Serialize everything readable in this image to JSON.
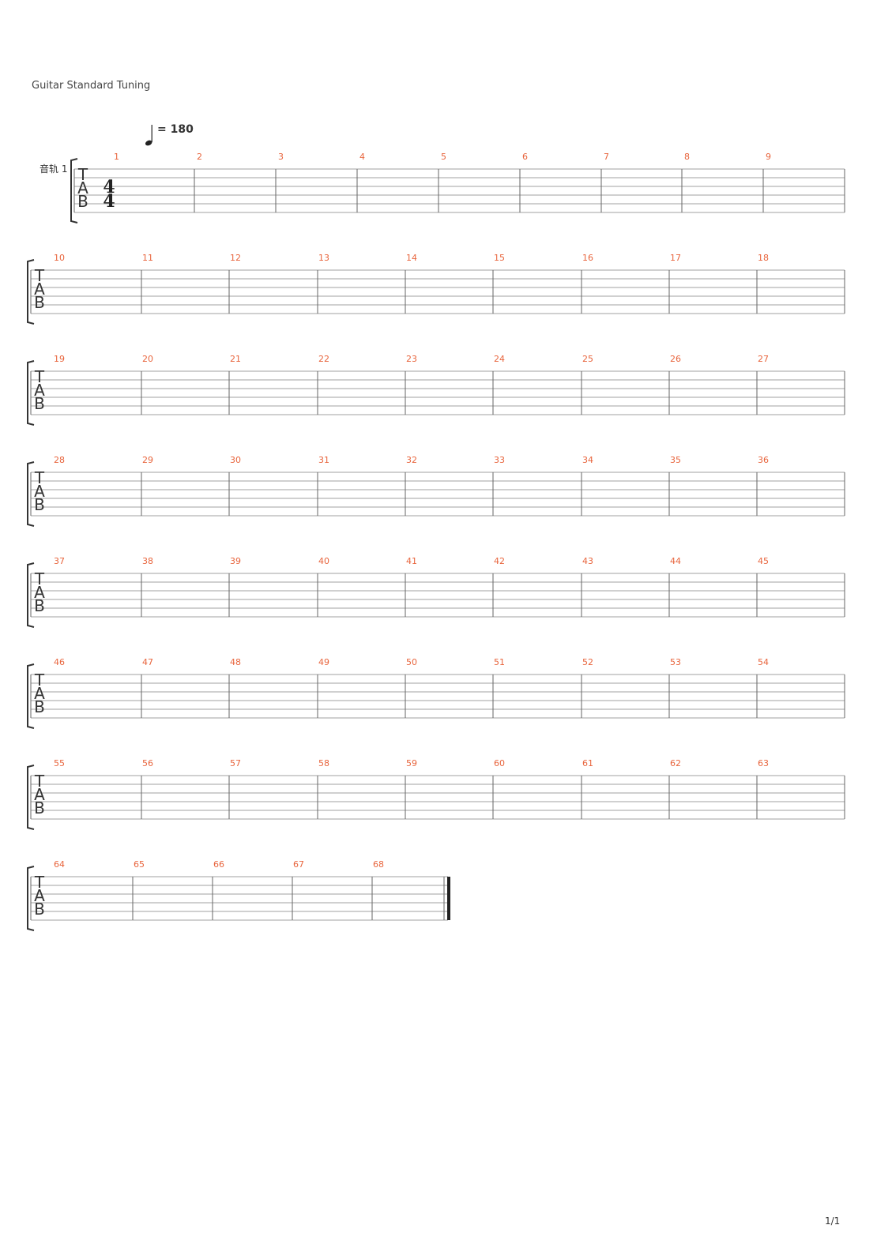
{
  "header": {
    "tuning": "Guitar Standard Tuning",
    "tempo_value": "= 180",
    "tempo_icon": "quarter-note-icon"
  },
  "track": {
    "name": "音轨 1",
    "clef_letters": [
      "T",
      "A",
      "B"
    ],
    "time_signature": {
      "numerator": "4",
      "denominator": "4"
    }
  },
  "colors": {
    "measure_number": "#e8643c",
    "staff_line": "#a0a0a0",
    "barline": "#666666",
    "bracket": "#333333"
  },
  "systems": [
    {
      "measures": [
        "1",
        "2",
        "3",
        "4",
        "5",
        "6",
        "7",
        "8",
        "9"
      ]
    },
    {
      "measures": [
        "10",
        "11",
        "12",
        "13",
        "14",
        "15",
        "16",
        "17",
        "18"
      ]
    },
    {
      "measures": [
        "19",
        "20",
        "21",
        "22",
        "23",
        "24",
        "25",
        "26",
        "27"
      ]
    },
    {
      "measures": [
        "28",
        "29",
        "30",
        "31",
        "32",
        "33",
        "34",
        "35",
        "36"
      ]
    },
    {
      "measures": [
        "37",
        "38",
        "39",
        "40",
        "41",
        "42",
        "43",
        "44",
        "45"
      ]
    },
    {
      "measures": [
        "46",
        "47",
        "48",
        "49",
        "50",
        "51",
        "52",
        "53",
        "54"
      ]
    },
    {
      "measures": [
        "55",
        "56",
        "57",
        "58",
        "59",
        "60",
        "61",
        "62",
        "63"
      ]
    },
    {
      "measures": [
        "64",
        "65",
        "66",
        "67",
        "68"
      ],
      "final_barline": true
    }
  ],
  "footer": {
    "page": "1/1"
  }
}
